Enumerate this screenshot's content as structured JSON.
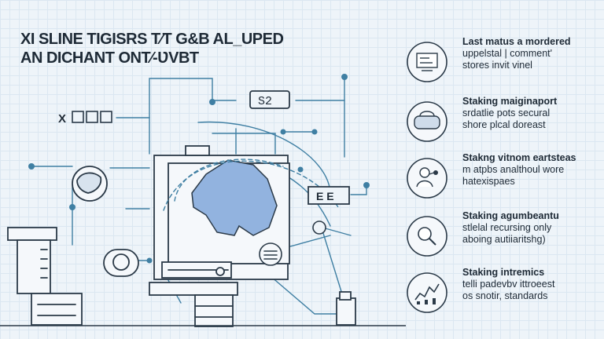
{
  "title": {
    "line1": "XI SLINE TIGISRS T⁄T G&B AL_UPED",
    "line2": "AN DICHANT ONT⁄-ƲVBT"
  },
  "diagram": {
    "top_box_label": "S2",
    "right_box_label": "E E",
    "left_box_label": "X"
  },
  "sidebar": {
    "items": [
      {
        "icon": "dashboard-icon",
        "title": "Last matus a mordered",
        "desc1": "uppelstal | comment'",
        "desc2": "stores invit vinel"
      },
      {
        "icon": "vr-headset-icon",
        "title": "Staking maiginaport",
        "desc1": "srdatlie pots secural",
        "desc2": "shore plcal doreast"
      },
      {
        "icon": "person-network-icon",
        "title": "Stakng vitnom eartsteas",
        "desc1": "m atpbs analthoul wore",
        "desc2": "hatexispaes"
      },
      {
        "icon": "key-search-icon",
        "title": "Staking agumbeantu",
        "desc1": "stlelal recursing only",
        "desc2": "aboing autiiaritshg)"
      },
      {
        "icon": "chart-icon",
        "title": "Staking intremics",
        "desc1": "telli padevbv ittroeest",
        "desc2": "os snotir, standards"
      }
    ]
  },
  "colors": {
    "line": "#3f7fa3",
    "accent": "#7fa3d6",
    "dark": "#2b3a48"
  }
}
